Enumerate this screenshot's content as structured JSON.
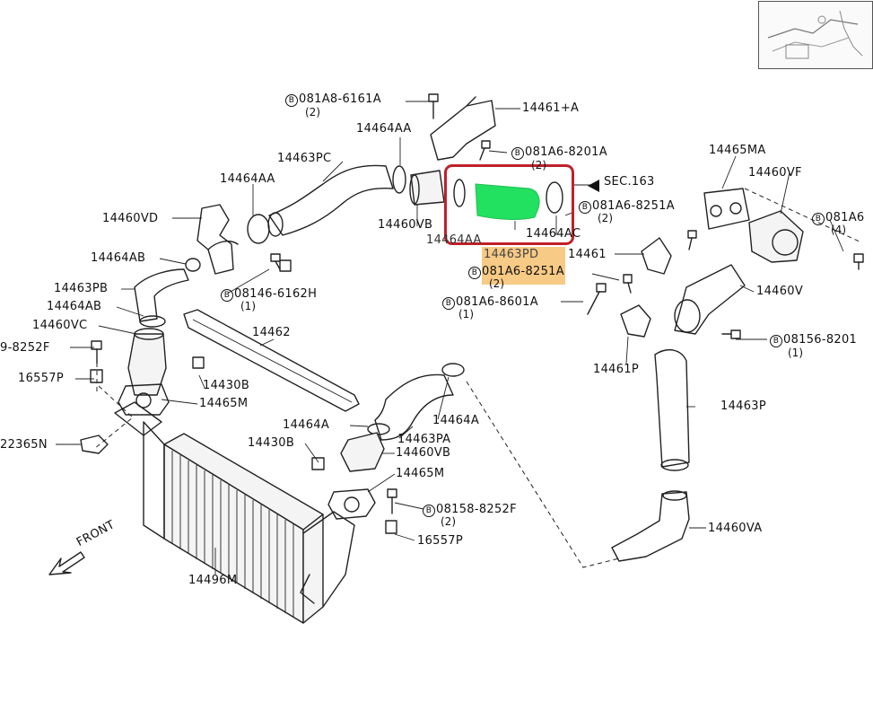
{
  "labels": {
    "l_081a8_6161a": "081A8-6161A",
    "l_14461a": "14461+A",
    "l_14464aa_top": "14464AA",
    "l_081a6_8201a": "081A6-8201A",
    "l_14463pc": "14463PC",
    "l_sec163": "SEC.163",
    "l_14465ma": "14465MA",
    "l_14460vf": "14460VF",
    "l_14464aa_left": "14464AA",
    "l_081a6_8251a_top": "081A6-8251A",
    "l_081a6_right": "081A6",
    "l_14460vd": "14460VD",
    "l_14460vb_top": "14460VB",
    "l_14464aa_mid": "14464AA",
    "l_14464ac": "14464AC",
    "l_14461": "14461",
    "l_14464ab_top": "14464AB",
    "l_081a6_8251a_mid": "081A6-8251A",
    "l_08146_6162h": "08146-6162H",
    "l_14463pb": "14463PB",
    "l_081a6_8601a": "081A6-8601A",
    "l_14460v": "14460V",
    "l_14464ab_left": "14464AB",
    "l_14460vc": "14460VC",
    "l_14462": "14462",
    "l_08156_8201": "08156-8201",
    "l_8252f_left": "9-8252F",
    "l_16557p_left": "16557P",
    "l_14430b_top": "14430B",
    "l_14461p": "14461P",
    "l_14465m_left": "14465M",
    "l_14464a_right": "14464A",
    "l_14463p": "14463P",
    "l_14464a_mid": "14464A",
    "l_14463pa": "14463PA",
    "l_22365n": "22365N",
    "l_14430b_mid": "14430B",
    "l_14460vb_bottom": "14460VB",
    "l_14465m_mid": "14465M",
    "l_08158_8252f": "08158-8252F",
    "l_16557p_bottom": "16557P",
    "l_14460va": "14460VA",
    "l_front": "FRONT",
    "l_14496m": "14496M",
    "l_highlight": "14463PD"
  },
  "quantities": {
    "q_081a8_6161a": "(2)",
    "q_081a6_8201a": "(2)",
    "q_081a6_8251a_top": "(2)",
    "q_081a6_right": "(4)",
    "q_08146_6162h": "(1)",
    "q_081a6_8251a_mid": "(2)",
    "q_081a6_8601a": "(1)",
    "q_08156_8201": "(1)",
    "q_08158_8252f": "(2)"
  },
  "bolt_symbol": "B",
  "highlight": {
    "box_color": "#c0202a",
    "part_color": "#22e060",
    "strip_color": "#f6c170"
  }
}
